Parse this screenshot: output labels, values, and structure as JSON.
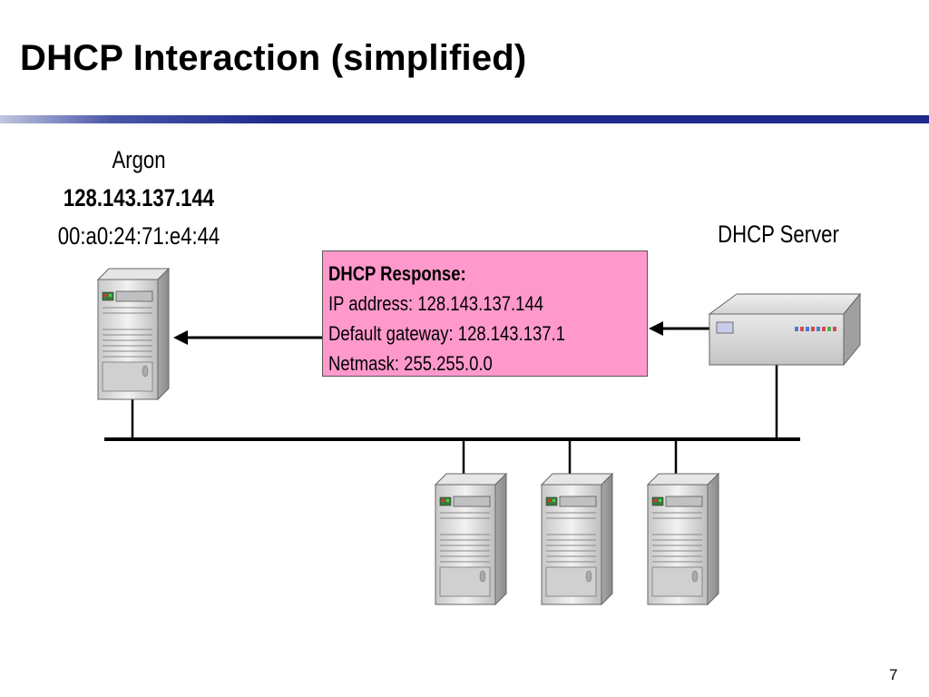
{
  "slide": {
    "title": "DHCP Interaction (simplified)",
    "page_number": "7"
  },
  "client": {
    "name": "Argon",
    "ip": "128.143.137.144",
    "mac": "00:a0:24:71:e4:44"
  },
  "server": {
    "label": "DHCP Server"
  },
  "message": {
    "heading": "DHCP  Response:",
    "lines": [
      "IP address: 128.143.137.144",
      "Default gateway: 128.143.137.1",
      "Netmask: 255.255.0.0"
    ]
  },
  "colors": {
    "rule": "#1e2a8c",
    "message_box": "#ff99cc"
  },
  "icons": {
    "client": "server-tower-icon",
    "dhcp_server": "network-switch-icon",
    "hosts": [
      "server-tower-icon",
      "server-tower-icon",
      "server-tower-icon"
    ]
  }
}
